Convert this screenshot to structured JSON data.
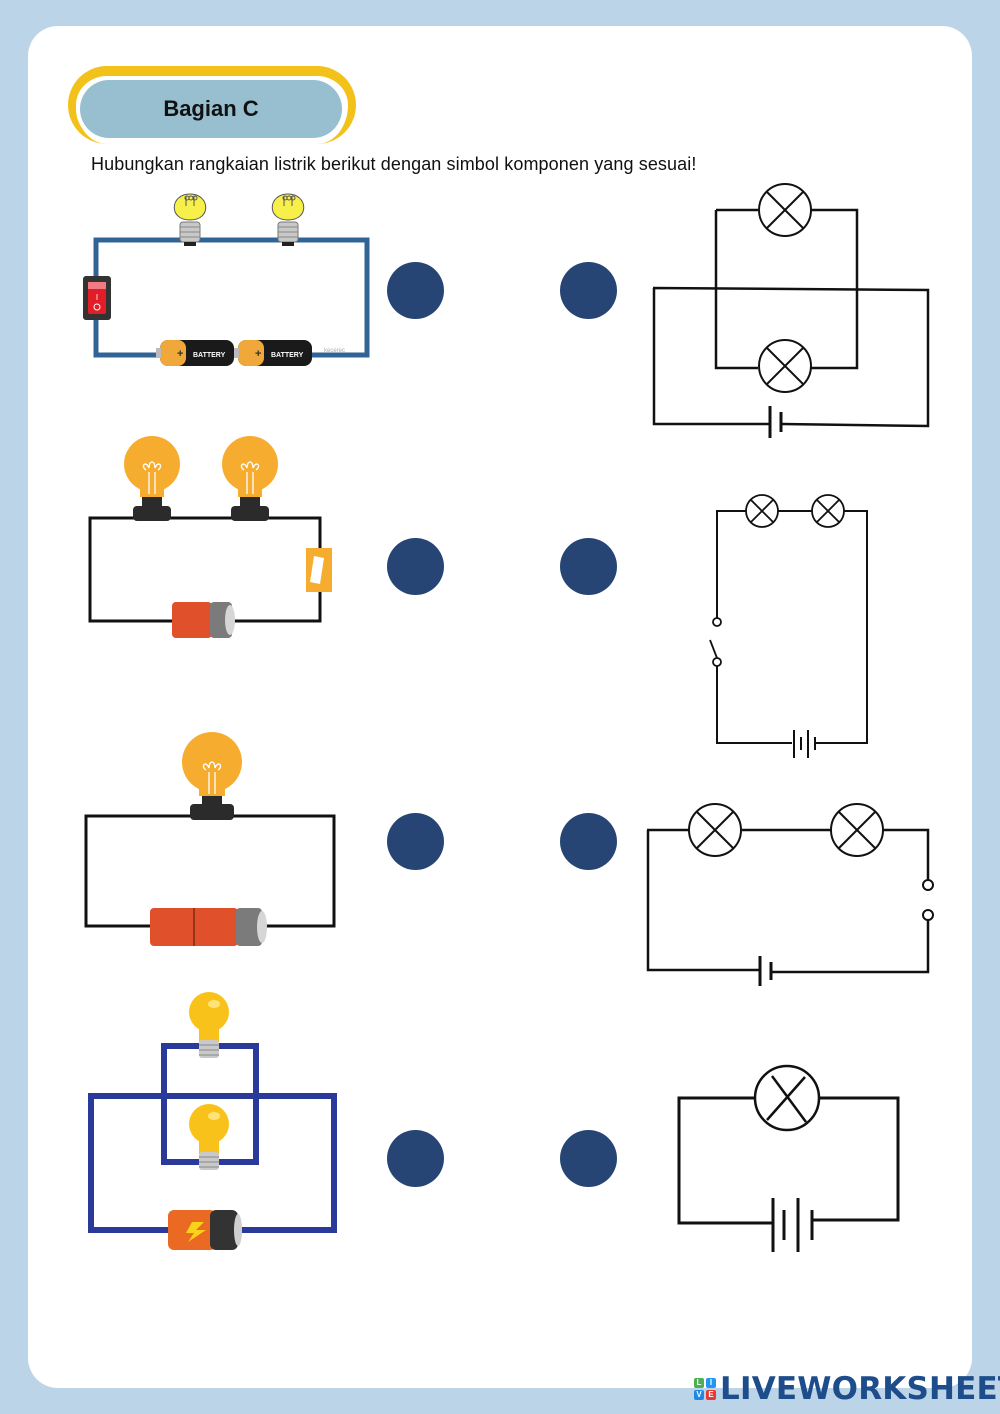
{
  "header": {
    "title": "Bagian C",
    "instruction": "Hubungkan rangkaian listrik berikut dengan simbol komponen yang sesuai!"
  },
  "colors": {
    "page_background": "#bcd4e8",
    "card_background": "#ffffff",
    "title_pill": "#98bfcf",
    "title_arc": "#f2c21b",
    "match_dot": "#274574",
    "brand_blue": "#1d4d8a"
  },
  "left_column": [
    {
      "id": "picture-1",
      "description": "Two yellow bulbs in series, red rocker switch, two AA batteries, blue wire",
      "battery_label": "BATTERY",
      "battery_sign": "+",
      "switch_labels": [
        "I",
        "O"
      ],
      "watermark": "kecerec"
    },
    {
      "id": "picture-2",
      "description": "Two orange bulbs in series, yellow switch, one battery, black wire"
    },
    {
      "id": "picture-3",
      "description": "One orange bulb, two batteries in series, black wire"
    },
    {
      "id": "picture-4",
      "description": "Two yellow bulbs in parallel, one battery with lightning bolt, blue wire"
    }
  ],
  "right_column": [
    {
      "id": "symbol-1",
      "description": "Two lamps in parallel with single cell battery"
    },
    {
      "id": "symbol-2",
      "description": "Two lamps in series with open switch and two-cell battery (vertical)"
    },
    {
      "id": "symbol-3",
      "description": "Two lamps in series with open switch and single cell battery"
    },
    {
      "id": "symbol-4",
      "description": "One lamp with two-cell battery"
    }
  ],
  "match_dots": {
    "left_count": 4,
    "right_count": 4
  },
  "footer": {
    "logo_letters": [
      "L",
      "I",
      "V",
      "E"
    ],
    "logo_colors": [
      "#4caf50",
      "#2196f3",
      "#1e88e5",
      "#e53935"
    ],
    "brand": "LIVEWORKSHEETS"
  }
}
